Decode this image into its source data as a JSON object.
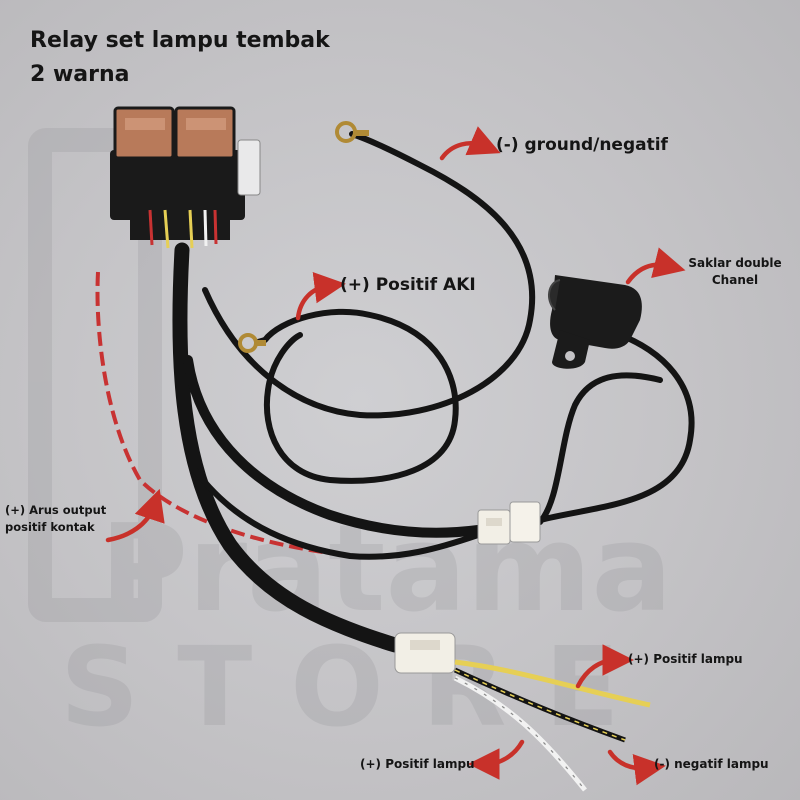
{
  "title": {
    "line1": "Relay set lampu tembak",
    "line2": "2 warna"
  },
  "watermark": {
    "line1": "Pratama",
    "line2": "STORE"
  },
  "labels": {
    "ground": "(-) ground/negatif",
    "positif_aki": "(+) Positif AKI",
    "saklar_line1": "Saklar double",
    "saklar_line2": "Chanel",
    "arus_line1": "(+) Arus output",
    "arus_line2": "positif kontak",
    "positif_lampu_right": "(+) Positif lampu",
    "positif_lampu_bottom": "(+) Positif lampu",
    "negatif_lampu": "(-) negatif lampu"
  },
  "colors": {
    "background": "#c4c3c6",
    "arrow": "#c8312a",
    "cable": "#141414",
    "relay_cap": "#b87a5a",
    "red_wire": "#c83232",
    "yellow_wire": "#e6cf55"
  },
  "icons": {
    "relay": "relay-unit-icon",
    "switch": "double-channel-switch-icon",
    "arrow": "curved-red-arrow-icon"
  }
}
